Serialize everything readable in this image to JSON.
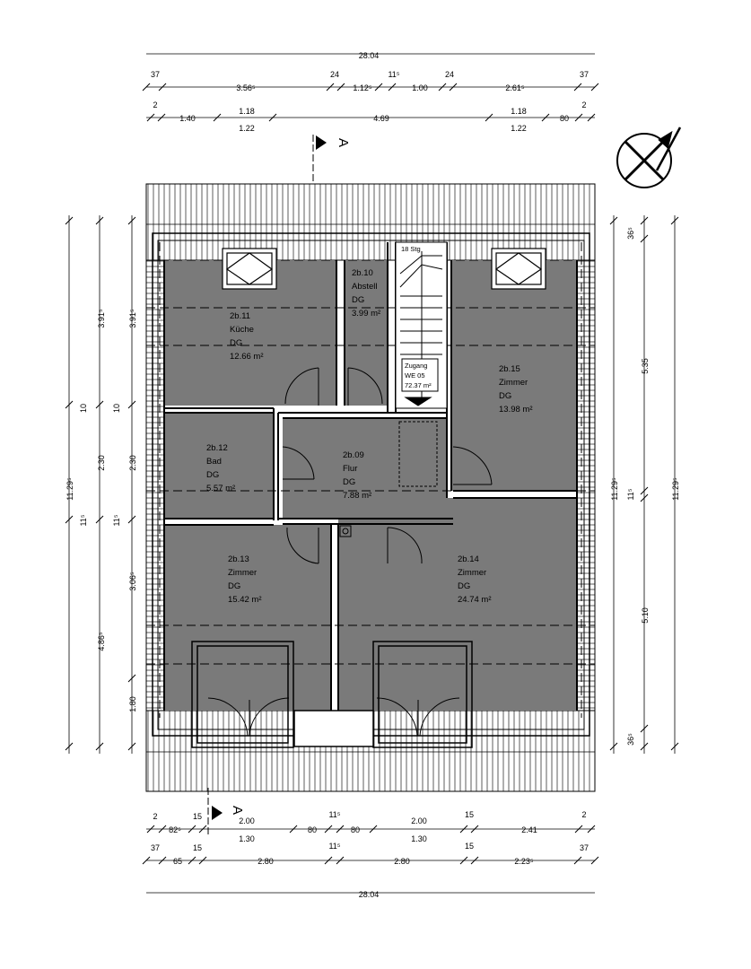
{
  "rooms": [
    {
      "id": "2b.11",
      "name": "Küche",
      "level": "DG",
      "area": "12.66 m²"
    },
    {
      "id": "2b.10",
      "name": "Abstell",
      "level": "DG",
      "area": "3.99 m²"
    },
    {
      "id": "2b.15",
      "name": "Zimmer",
      "level": "DG",
      "area": "13.98 m²"
    },
    {
      "id": "2b.12",
      "name": "Bad",
      "level": "DG",
      "area": "5.57 m²"
    },
    {
      "id": "2b.09",
      "name": "Flur",
      "level": "DG",
      "area": "7.88 m²"
    },
    {
      "id": "2b.13",
      "name": "Zimmer",
      "level": "DG",
      "area": "15.42 m²"
    },
    {
      "id": "2b.14",
      "name": "Zimmer",
      "level": "DG",
      "area": "24.74 m²"
    }
  ],
  "stair": {
    "access_label": "Zugang",
    "unit": "WE 05",
    "area": "72.37 m²",
    "top_label": "18 Stg"
  },
  "section": {
    "marker": "A"
  },
  "dimensions": {
    "top_overall": "28.04",
    "top_row1": [
      "37",
      "3.56⁵",
      "24",
      "1.12⁵",
      "11⁵",
      "1.00",
      "24",
      "2.61⁵",
      "37"
    ],
    "top_row2": [
      "2",
      "1.40",
      "1.18",
      "1.22",
      "4.69",
      "1.18",
      "1.22",
      "80",
      "2"
    ],
    "left_outer": [
      "11.29⁵",
      "10",
      "11⁵"
    ],
    "left_mid": [
      "3.91⁵",
      "2.30",
      "4.86⁵",
      "1.80"
    ],
    "left_inner": [
      "3.91⁵",
      "10",
      "2.30",
      "11⁵",
      "3.06⁵"
    ],
    "right_inner": [
      "36⁵",
      "11.29⁵",
      "11⁵",
      "36⁵"
    ],
    "right_mid": [
      "5.35",
      "5.10"
    ],
    "right_outer": [
      "11.29⁵"
    ],
    "bottom_row1": [
      "2",
      "82⁵",
      "15",
      "2.00",
      "1.30",
      "11⁵",
      "80",
      "80",
      "2.00",
      "1.30",
      "15",
      "2.41",
      "2"
    ],
    "bottom_row2": [
      "37",
      "65",
      "15",
      "2.80",
      "11⁵",
      "2.80",
      "15",
      "2.23⁵",
      "37"
    ],
    "bottom_overall": "28.04"
  }
}
